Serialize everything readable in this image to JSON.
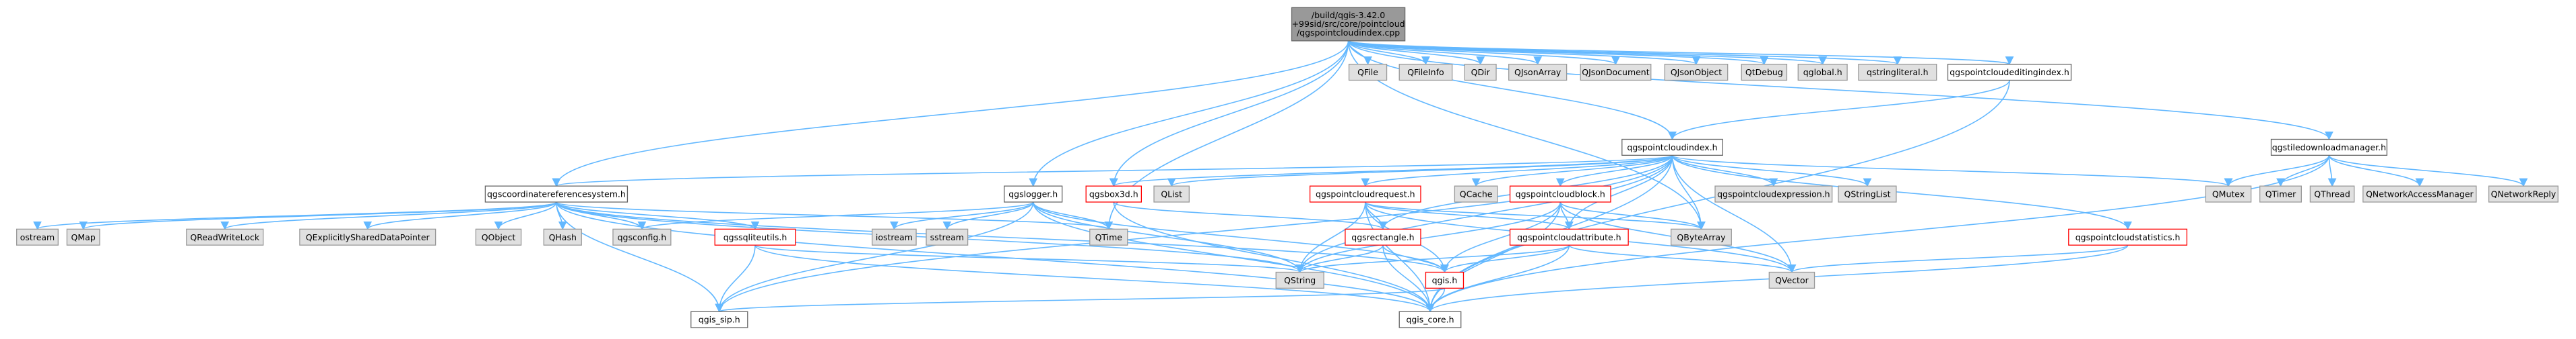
{
  "graph": {
    "title_lines": [
      "/build/qgis-3.42.0",
      "+99sid/src/core/pointcloud",
      "/qgspointcloudindex.cpp"
    ],
    "colors": {
      "root_fill": "#999999",
      "root_stroke": "#666666",
      "local_fill": "#ffffff",
      "local_stroke": "#666666",
      "truncated_stroke": "#ff0000",
      "system_fill": "#e0e0e0",
      "system_stroke": "#999999",
      "edge": "#63b8ff"
    },
    "nodes": [
      {
        "id": "root",
        "label": "",
        "kind": "root"
      },
      {
        "id": "qfile",
        "label": "QFile",
        "kind": "system"
      },
      {
        "id": "qfileinfo",
        "label": "QFileInfo",
        "kind": "system"
      },
      {
        "id": "qdir",
        "label": "QDir",
        "kind": "system"
      },
      {
        "id": "qjsonarray",
        "label": "QJsonArray",
        "kind": "system"
      },
      {
        "id": "qjsondocument",
        "label": "QJsonDocument",
        "kind": "system"
      },
      {
        "id": "qjsonobject",
        "label": "QJsonObject",
        "kind": "system"
      },
      {
        "id": "qtdebug",
        "label": "QtDebug",
        "kind": "system"
      },
      {
        "id": "qglobal",
        "label": "qglobal.h",
        "kind": "system"
      },
      {
        "id": "qstringliteral",
        "label": "qstringliteral.h",
        "kind": "system"
      },
      {
        "id": "editingindex",
        "label": "qgspointcloudeditingindex.h",
        "kind": "local"
      },
      {
        "id": "tiledownload",
        "label": "qgstiledownloadmanager.h",
        "kind": "local"
      },
      {
        "id": "pcindex",
        "label": "qgspointcloudindex.h",
        "kind": "local"
      },
      {
        "id": "crs",
        "label": "qgscoordinatereferencesystem.h",
        "kind": "local"
      },
      {
        "id": "logger",
        "label": "qgslogger.h",
        "kind": "local"
      },
      {
        "id": "box3d",
        "label": "qgsbox3d.h",
        "kind": "truncated"
      },
      {
        "id": "qlist",
        "label": "QList",
        "kind": "system"
      },
      {
        "id": "request",
        "label": "qgspointcloudrequest.h",
        "kind": "truncated"
      },
      {
        "id": "qcache",
        "label": "QCache",
        "kind": "system"
      },
      {
        "id": "block",
        "label": "qgspointcloudblock.h",
        "kind": "truncated"
      },
      {
        "id": "pcexpr",
        "label": "qgspointcloudexpression.h",
        "kind": "system"
      },
      {
        "id": "qstringlist",
        "label": "QStringList",
        "kind": "system"
      },
      {
        "id": "qmutex",
        "label": "QMutex",
        "kind": "system"
      },
      {
        "id": "qtimer",
        "label": "QTimer",
        "kind": "system"
      },
      {
        "id": "qthread",
        "label": "QThread",
        "kind": "system"
      },
      {
        "id": "qnam",
        "label": "QNetworkAccessManager",
        "kind": "system"
      },
      {
        "id": "qnetreply",
        "label": "QNetworkReply",
        "kind": "system"
      },
      {
        "id": "ostream",
        "label": "ostream",
        "kind": "system"
      },
      {
        "id": "qmap",
        "label": "QMap",
        "kind": "system"
      },
      {
        "id": "qrwlock",
        "label": "QReadWriteLock",
        "kind": "system"
      },
      {
        "id": "qesdp",
        "label": "QExplicitlySharedDataPointer",
        "kind": "system"
      },
      {
        "id": "qobject",
        "label": "QObject",
        "kind": "system"
      },
      {
        "id": "qhash",
        "label": "QHash",
        "kind": "system"
      },
      {
        "id": "qgsconfig",
        "label": "qgsconfig.h",
        "kind": "system"
      },
      {
        "id": "sqlite",
        "label": "qgssqliteutils.h",
        "kind": "truncated"
      },
      {
        "id": "iostream",
        "label": "iostream",
        "kind": "system"
      },
      {
        "id": "sstream",
        "label": "sstream",
        "kind": "system"
      },
      {
        "id": "qtime",
        "label": "QTime",
        "kind": "system"
      },
      {
        "id": "rect",
        "label": "qgsrectangle.h",
        "kind": "truncated"
      },
      {
        "id": "attribute",
        "label": "qgspointcloudattribute.h",
        "kind": "truncated"
      },
      {
        "id": "qbytearray",
        "label": "QByteArray",
        "kind": "system"
      },
      {
        "id": "stats",
        "label": "qgspointcloudstatistics.h",
        "kind": "truncated"
      },
      {
        "id": "qstring",
        "label": "QString",
        "kind": "system"
      },
      {
        "id": "qgis",
        "label": "qgis.h",
        "kind": "truncated"
      },
      {
        "id": "qvector",
        "label": "QVector",
        "kind": "system"
      },
      {
        "id": "sip",
        "label": "qgis_sip.h",
        "kind": "local"
      },
      {
        "id": "core",
        "label": "qgis_core.h",
        "kind": "local"
      }
    ],
    "edges": [
      [
        "root",
        "qfile"
      ],
      [
        "root",
        "qfileinfo"
      ],
      [
        "root",
        "qdir"
      ],
      [
        "root",
        "qjsonarray"
      ],
      [
        "root",
        "qjsondocument"
      ],
      [
        "root",
        "qjsonobject"
      ],
      [
        "root",
        "qtdebug"
      ],
      [
        "root",
        "qglobal"
      ],
      [
        "root",
        "qstringliteral"
      ],
      [
        "root",
        "editingindex"
      ],
      [
        "root",
        "tiledownload"
      ],
      [
        "root",
        "pcindex"
      ],
      [
        "root",
        "crs"
      ],
      [
        "root",
        "logger"
      ],
      [
        "root",
        "box3d"
      ],
      [
        "root",
        "qtime"
      ],
      [
        "root",
        "qbytearray"
      ],
      [
        "editingindex",
        "pcindex"
      ],
      [
        "editingindex",
        "core"
      ],
      [
        "tiledownload",
        "qmutex"
      ],
      [
        "tiledownload",
        "qtimer"
      ],
      [
        "tiledownload",
        "qthread"
      ],
      [
        "tiledownload",
        "qnam"
      ],
      [
        "tiledownload",
        "qnetreply"
      ],
      [
        "tiledownload",
        "core"
      ],
      [
        "pcindex",
        "crs"
      ],
      [
        "pcindex",
        "box3d"
      ],
      [
        "pcindex",
        "qlist"
      ],
      [
        "pcindex",
        "request"
      ],
      [
        "pcindex",
        "qcache"
      ],
      [
        "pcindex",
        "block"
      ],
      [
        "pcindex",
        "pcexpr"
      ],
      [
        "pcindex",
        "qstringlist"
      ],
      [
        "pcindex",
        "qmutex"
      ],
      [
        "pcindex",
        "stats"
      ],
      [
        "pcindex",
        "rect"
      ],
      [
        "pcindex",
        "attribute"
      ],
      [
        "pcindex",
        "qbytearray"
      ],
      [
        "pcindex",
        "qstring"
      ],
      [
        "pcindex",
        "qvector"
      ],
      [
        "pcindex",
        "sip"
      ],
      [
        "pcindex",
        "core"
      ],
      [
        "crs",
        "ostream"
      ],
      [
        "crs",
        "qmap"
      ],
      [
        "crs",
        "qrwlock"
      ],
      [
        "crs",
        "qesdp"
      ],
      [
        "crs",
        "qobject"
      ],
      [
        "crs",
        "qhash"
      ],
      [
        "crs",
        "qgsconfig"
      ],
      [
        "crs",
        "sqlite"
      ],
      [
        "crs",
        "qstring"
      ],
      [
        "crs",
        "qgis"
      ],
      [
        "crs",
        "qtime"
      ],
      [
        "crs",
        "sip"
      ],
      [
        "crs",
        "core"
      ],
      [
        "logger",
        "iostream"
      ],
      [
        "logger",
        "sstream"
      ],
      [
        "logger",
        "qtime"
      ],
      [
        "logger",
        "qgsconfig"
      ],
      [
        "logger",
        "qstring"
      ],
      [
        "logger",
        "sip"
      ],
      [
        "logger",
        "core"
      ],
      [
        "logger",
        "qgis"
      ],
      [
        "box3d",
        "rect"
      ],
      [
        "box3d",
        "core"
      ],
      [
        "request",
        "rect"
      ],
      [
        "request",
        "attribute"
      ],
      [
        "request",
        "qbytearray"
      ],
      [
        "request",
        "qvector"
      ],
      [
        "request",
        "qstring"
      ],
      [
        "request",
        "qgis"
      ],
      [
        "request",
        "core"
      ],
      [
        "block",
        "attribute"
      ],
      [
        "block",
        "qbytearray"
      ],
      [
        "block",
        "qvector"
      ],
      [
        "block",
        "qgis"
      ],
      [
        "block",
        "core"
      ],
      [
        "block",
        "qstring"
      ],
      [
        "sqlite",
        "sip"
      ],
      [
        "sqlite",
        "core"
      ],
      [
        "sqlite",
        "qstring"
      ],
      [
        "rect",
        "qgis"
      ],
      [
        "rect",
        "core"
      ],
      [
        "rect",
        "qstring"
      ],
      [
        "attribute",
        "qgis"
      ],
      [
        "attribute",
        "qstring"
      ],
      [
        "attribute",
        "qvector"
      ],
      [
        "attribute",
        "core"
      ],
      [
        "stats",
        "qvector"
      ],
      [
        "stats",
        "core"
      ],
      [
        "qgis",
        "sip"
      ],
      [
        "qgis",
        "core"
      ]
    ]
  }
}
